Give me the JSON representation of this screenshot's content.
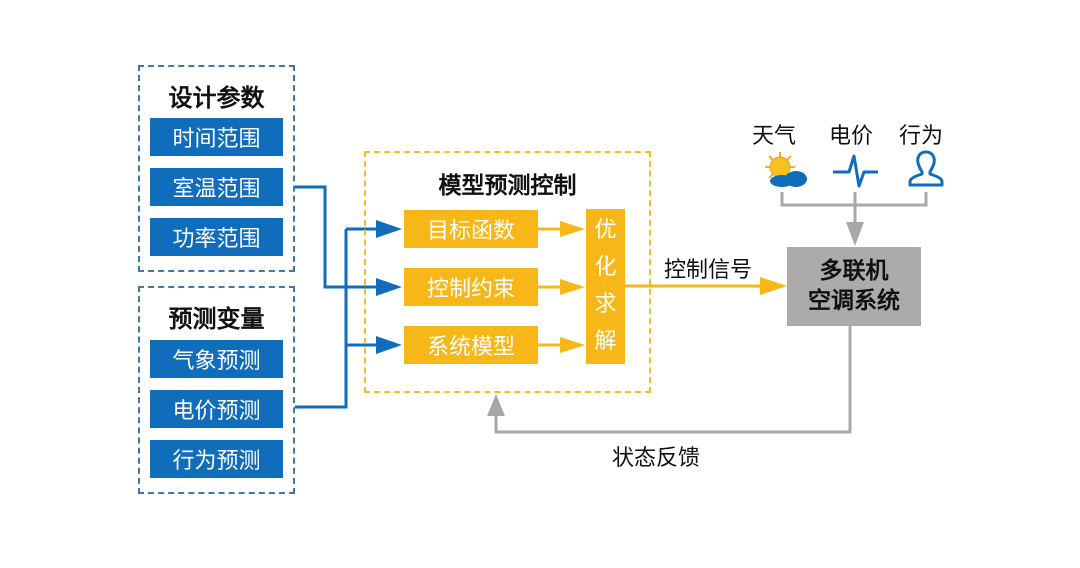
{
  "design_params": {
    "title": "设计参数",
    "items": [
      "时间范围",
      "室温范围",
      "功率范围"
    ]
  },
  "forecast_vars": {
    "title": "预测变量",
    "items": [
      "气象预测",
      "电价预测",
      "行为预测"
    ]
  },
  "mpc": {
    "title": "模型预测控制",
    "components": [
      "目标函数",
      "控制约束",
      "系统模型"
    ],
    "solver_chars": [
      "优",
      "化",
      "求",
      "解"
    ]
  },
  "control_signal_label": "控制信号",
  "system": {
    "line1": "多联机",
    "line2": "空调系统"
  },
  "disturbances": [
    {
      "label": "天气",
      "icon": "weather-icon"
    },
    {
      "label": "电价",
      "icon": "price-pulse-icon"
    },
    {
      "label": "行为",
      "icon": "person-icon"
    }
  ],
  "feedback_label": "状态反馈",
  "colors": {
    "blue": "#0f6dbb",
    "gold": "#f7b718",
    "gray": "#acaaaa",
    "arrow_gray": "#a8a8a8"
  }
}
